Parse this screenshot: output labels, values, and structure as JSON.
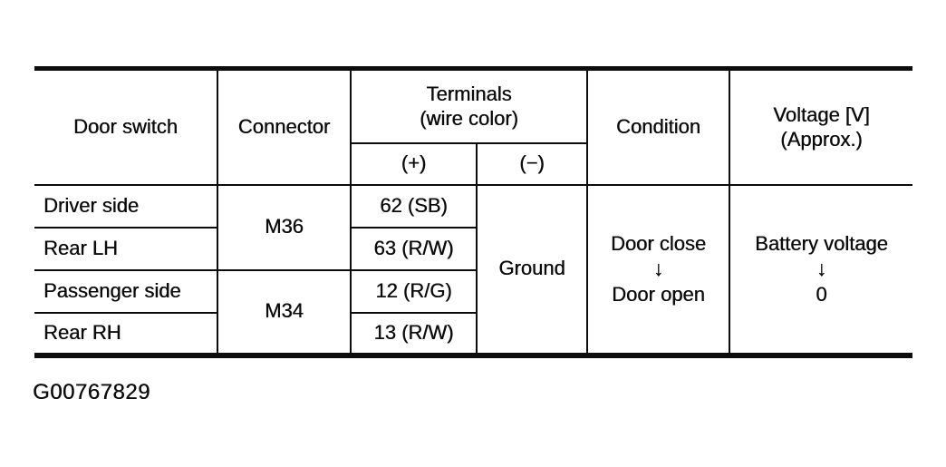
{
  "page": {
    "background": "#ffffff",
    "ink_color": "#0c0c0c",
    "caption": "G00767829"
  },
  "table": {
    "headers": {
      "door_switch": "Door switch",
      "connector": "Connector",
      "terminals_line1": "Terminals",
      "terminals_line2": "(wire color)",
      "plus": "(+)",
      "minus": "(−)",
      "condition": "Condition",
      "voltage_line1": "Voltage [V]",
      "voltage_line2": "(Approx.)"
    },
    "rows": [
      {
        "door_switch": "Driver side",
        "plus": "62 (SB)"
      },
      {
        "door_switch": "Rear LH",
        "plus": "63 (R/W)"
      },
      {
        "door_switch": "Passenger side",
        "plus": "12 (R/G)"
      },
      {
        "door_switch": "Rear RH",
        "plus": "13 (R/W)"
      }
    ],
    "connector_groups": [
      {
        "label": "M36"
      },
      {
        "label": "M34"
      }
    ],
    "minus_value": "Ground",
    "condition": {
      "line1": "Door close",
      "arrow": "↓",
      "line2": "Door open"
    },
    "voltage": {
      "line1": "Battery voltage",
      "arrow": "↓",
      "line2": "0"
    }
  }
}
